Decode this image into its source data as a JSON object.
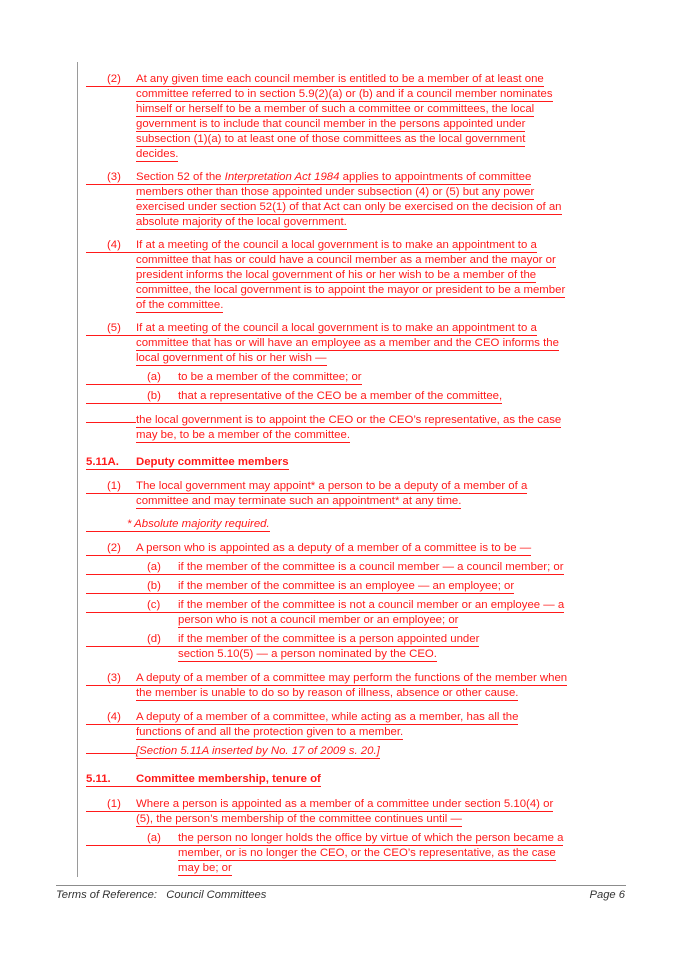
{
  "document": {
    "accent_color": "#ff1a1a",
    "blocks": [
      {
        "id": "s2",
        "num": "(2)",
        "lines": [
          "At any given time each council member is entitled to be a member of at least one",
          "committee referred to in section 5.9(2)(a) or (b) and if a council member nominates",
          "himself or herself to be a member of such a committee or committees, the local",
          "government is to include that council member in the persons appointed under",
          "subsection (1)(a) to at least one of those committees as the local government",
          "decides."
        ]
      },
      {
        "id": "s3",
        "num": "(3)",
        "line1_pre": "Section 52 of the ",
        "line1_italic": "Interpretation Act 1984",
        "line1_post": " applies to appointments of committee",
        "lines": [
          "members other than those appointed under subsection (4) or (5) but any power",
          "exercised under section 52(1) of that Act can only be exercised on the decision of an",
          "absolute majority of the local government."
        ]
      },
      {
        "id": "s4",
        "num": "(4)",
        "lines": [
          "If at a meeting of the council a local government is to make an appointment to a",
          "committee that has or could have a council member as a member and the mayor or",
          "president informs the local government of his or her wish to be a member of the",
          "committee, the local government is to appoint the mayor or president to be a member",
          "of the committee."
        ]
      },
      {
        "id": "s5",
        "num": "(5)",
        "lines": [
          "If at a meeting of the council a local government is to make an appointment to a",
          "committee that has or will have an employee as a member and the CEO informs the",
          "local government of his or her wish —"
        ],
        "paras": [
          {
            "num": "(a)",
            "text": "to be a member of the committee; or"
          },
          {
            "num": "(b)",
            "text": "that a representative of the CEO be a member of the committee,"
          }
        ],
        "tail": [
          "the local government is to appoint the CEO or the CEO’s representative, as the case",
          "may be, to be a member of the committee."
        ]
      },
      {
        "id": "h511a",
        "heading_num": "5.11A.",
        "heading_text": "Deputy committee members"
      },
      {
        "id": "a1",
        "num": "(1)",
        "lines": [
          "The local government may appoint* a person to be a deputy of a member of a",
          "committee and may terminate such an appointment* at any time."
        ],
        "note": "* Absolute majority required."
      },
      {
        "id": "a2",
        "num": "(2)",
        "lines": [
          "A person who is appointed as a deputy of a member of a committee is to be —"
        ],
        "paras": [
          {
            "num": "(a)",
            "text": "if the member of the committee is a council member — a council member; or"
          },
          {
            "num": "(b)",
            "text": "if the member of the committee is an employee — an employee; or"
          },
          {
            "num": "(c)",
            "text": "if the member of the committee is not a council member or an employee — a",
            "cont": "person who is not a council member or an employee; or"
          },
          {
            "num": "(d)",
            "text": "if the member of the committee is a person appointed under",
            "cont": "section 5.10(5) — a person nominated by the CEO."
          }
        ]
      },
      {
        "id": "a3",
        "num": "(3)",
        "lines": [
          "A deputy of a member of a committee may perform the functions of the member when",
          "the member is unable to do so by reason of illness, absence or other cause."
        ]
      },
      {
        "id": "a4",
        "num": "(4)",
        "lines": [
          "A deputy of a member of a committee, while acting as a member, has all the",
          "functions of and all the protection given to a member."
        ],
        "history": "[Section 5.11A inserted by No. 17 of 2009 s. 20.]"
      },
      {
        "id": "h511",
        "heading_num": "5.11.",
        "heading_text": "Committee membership, tenure of"
      },
      {
        "id": "t1",
        "num": "(1)",
        "lines": [
          "Where a person is appointed as a member of a committee under section 5.10(4) or",
          "(5), the person’s membership of the committee continues until —"
        ],
        "paras": [
          {
            "num": "(a)",
            "text": "the person no longer holds the office by virtue of which the person became a",
            "cont": "member, or is no longer the CEO, or the CEO’s representative, as the case",
            "cont2": "may be; or"
          }
        ]
      }
    ]
  },
  "footer": {
    "left": "Terms of Reference:   Council Committees",
    "right": "Page 6"
  }
}
